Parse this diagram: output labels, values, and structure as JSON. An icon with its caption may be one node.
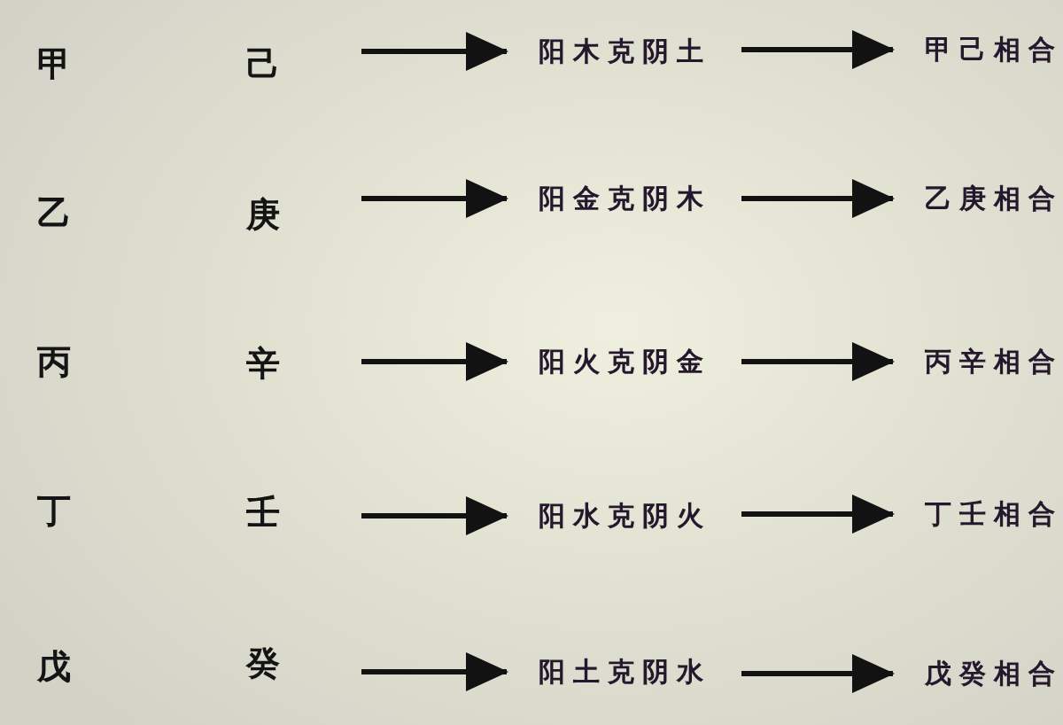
{
  "diagram": {
    "nodes": [
      {
        "text": [
          "己"
        ]
      },
      {
        "text": [
          "阳木克阴土"
        ]
      },
      {
        "text": [
          "甲己相合"
        ]
      },
      {
        "text": [
          "庚"
        ]
      },
      {
        "text": [
          "阳金克阴木"
        ]
      },
      {
        "text": [
          "乙庚相合"
        ]
      },
      {
        "text": [
          "辛"
        ]
      },
      {
        "text": [
          "阳火克阴金"
        ]
      },
      {
        "text": [
          "丙辛相合"
        ]
      },
      {
        "text": [
          "壬"
        ]
      },
      {
        "text": [
          "阳水克阴火"
        ]
      },
      {
        "text": [
          "丁壬相合"
        ]
      },
      {
        "text": [
          "癸"
        ]
      },
      {
        "text": [
          "阳土克阴水"
        ]
      },
      {
        "text": [
          "戊癸相合"
        ]
      }
    ],
    "edges": [
      {
        "from": 0,
        "to": 1,
        "arrow": "to"
      },
      {
        "from": 1,
        "to": 2,
        "arrow": "to"
      },
      {
        "from": 3,
        "to": 4,
        "arrow": "to"
      },
      {
        "from": 4,
        "to": 5,
        "arrow": "to"
      },
      {
        "from": 6,
        "to": 7,
        "arrow": "to"
      },
      {
        "from": 7,
        "to": 8,
        "arrow": "to"
      },
      {
        "from": 9,
        "to": 10,
        "arrow": "to"
      },
      {
        "from": 10,
        "to": 11,
        "arrow": "to"
      },
      {
        "from": 12,
        "to": 13,
        "arrow": "to"
      },
      {
        "from": 13,
        "to": 14,
        "arrow": "to"
      }
    ],
    "labels": [
      "甲",
      "乙",
      "丙",
      "丁",
      "戊"
    ]
  }
}
